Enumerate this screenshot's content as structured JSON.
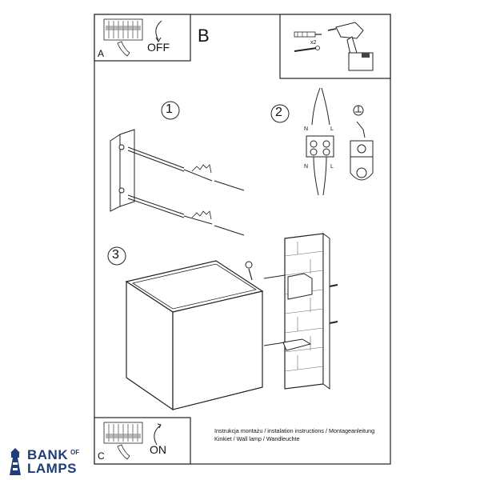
{
  "panels": {
    "a_label": "A",
    "a_switch_text": "OFF",
    "b_label": "B",
    "b_count": "x2",
    "c_label": "C",
    "c_switch_text": "ON"
  },
  "steps": {
    "s1": "1",
    "s2": "2",
    "s3": "3"
  },
  "wiring": {
    "n_top": "N",
    "l_top": "L",
    "n_bottom": "N",
    "l_bottom": "L"
  },
  "footer": {
    "line1": "Instrukcja montażu / instalation instructions / Montageanleitung",
    "line2": "Kinkiet / Wall lamp / Wandleuchte"
  },
  "logo": {
    "bank": "BANK",
    "of": "OF",
    "lamps": "LAMPS"
  }
}
